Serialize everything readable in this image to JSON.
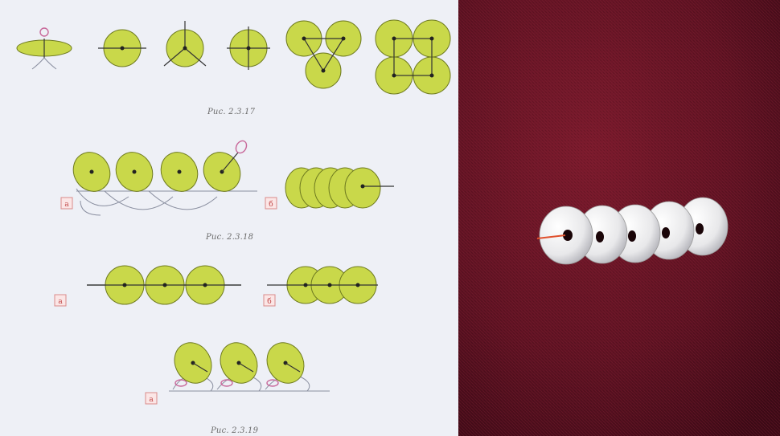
{
  "captions": {
    "fig_2_3_17": "Рис. 2.3.17",
    "fig_2_3_18": "Рис. 2.3.18",
    "fig_2_3_19": "Рис. 2.3.19"
  },
  "labels": {
    "a": "а",
    "b": "б"
  },
  "colors": {
    "page": "#eef0f6",
    "sequin_fill": "#c9d84a",
    "sequin_stroke": "#6e7a1f",
    "thread": "#333333",
    "bead_pink": "#c8689a",
    "label_box": "#d98b8b",
    "fabric": "#6a1424",
    "sequin_photo": "#f2f2f2"
  }
}
